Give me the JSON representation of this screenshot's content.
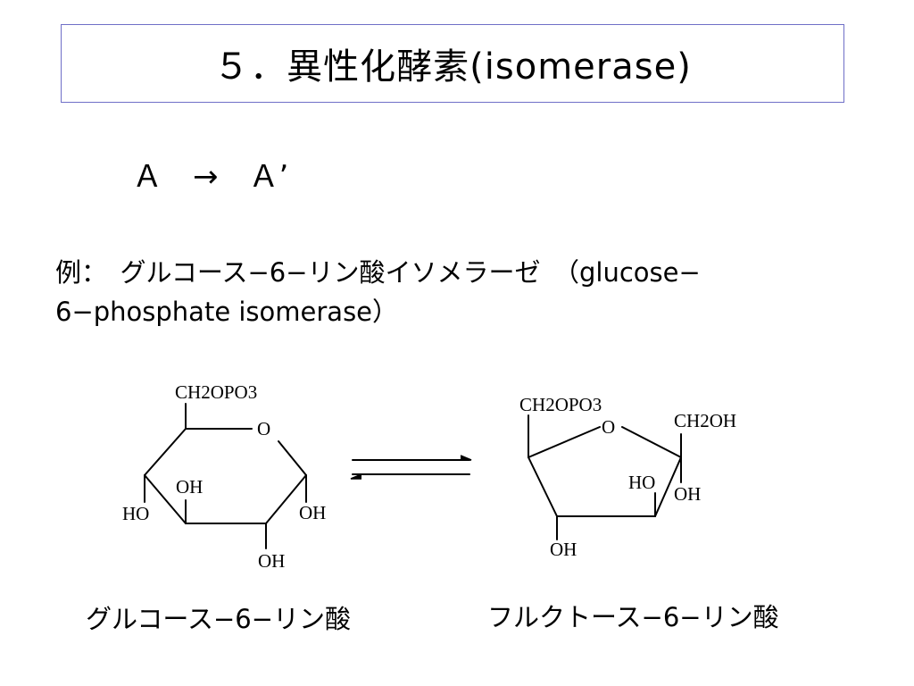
{
  "title": "５．異性化酵素(isomerase)",
  "reaction": "Ａ　→　Ａ’",
  "example": {
    "line1": "例：　グルコース−6−リン酸イソメラーゼ　（glucose−",
    "line2": "6−phosphate isomerase）"
  },
  "glucose": {
    "substituent_top": [
      "CH",
      "2",
      "OPO",
      "3"
    ],
    "ring_oxygen": "O",
    "oh_inner": "OH",
    "ho_left": "HO",
    "oh_right": "OH",
    "oh_bottom": "OH",
    "caption": "グルコース−6−リン酸"
  },
  "fructose": {
    "substituent_left": [
      "CH",
      "2",
      "OPO",
      "3"
    ],
    "ring_oxygen": "O",
    "substituent_right": [
      "CH",
      "2",
      "OH"
    ],
    "ho_inner": "HO",
    "oh_right": "OH",
    "oh_bottom": "OH",
    "caption": "フルクトース−6−リン酸"
  },
  "colors": {
    "title_border": "#6f6fc7",
    "text": "#000000"
  }
}
